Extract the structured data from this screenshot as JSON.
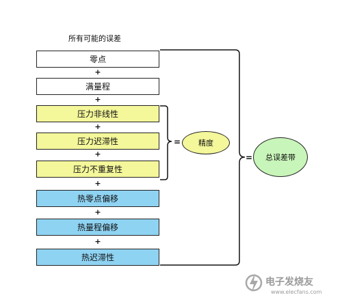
{
  "title": "所有可能的误差",
  "boxes": [
    {
      "label": "零点",
      "color": "#ffffff"
    },
    {
      "label": "满量程",
      "color": "#ffffff"
    },
    {
      "label": "压力非线性",
      "color": "#f4f79a"
    },
    {
      "label": "压力迟滞性",
      "color": "#f4f79a"
    },
    {
      "label": "压力不重复性",
      "color": "#f4f79a"
    },
    {
      "label": "热零点偏移",
      "color": "#8fd3f2"
    },
    {
      "label": "热量程偏移",
      "color": "#8fd3f2"
    },
    {
      "label": "热迟滞性",
      "color": "#8fd3f2"
    }
  ],
  "plus_sign": "+",
  "equals_sign": "=",
  "precision": {
    "label": "精度",
    "color": "#f4f79a"
  },
  "total": {
    "label": "总误差带",
    "color": "#c8f5b9"
  },
  "watermark": {
    "brand": "电子发烧友",
    "url": "www.elecfans.com"
  }
}
